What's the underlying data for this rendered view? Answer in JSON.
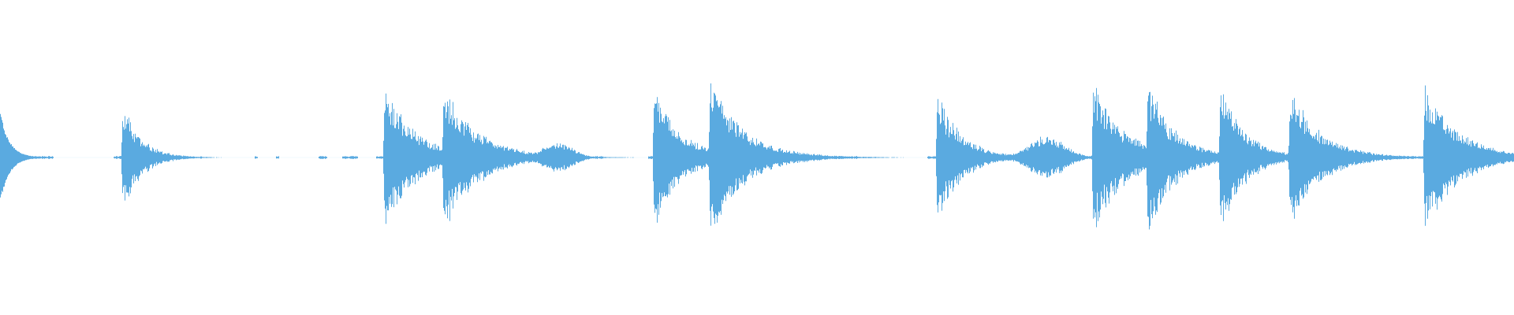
{
  "waveform": {
    "color": "#5aaae0",
    "background": "#ffffff",
    "bursts": [
      {
        "t": 0.0,
        "amp": 0.29,
        "decay": 0.006,
        "kind": "attack-left"
      },
      {
        "t": 0.081,
        "amp": 0.37,
        "decay": 0.012,
        "kind": "spike"
      },
      {
        "t": 0.254,
        "amp": 0.48,
        "decay": 0.02,
        "kind": "spike"
      },
      {
        "t": 0.293,
        "amp": 0.5,
        "decay": 0.022,
        "kind": "spike"
      },
      {
        "t": 0.368,
        "amp": 0.1,
        "decay": 0.01,
        "kind": "blob"
      },
      {
        "t": 0.432,
        "amp": 0.47,
        "decay": 0.018,
        "kind": "spike"
      },
      {
        "t": 0.469,
        "amp": 0.52,
        "decay": 0.022,
        "kind": "spike"
      },
      {
        "t": 0.532,
        "amp": 0.03,
        "decay": 0.004,
        "kind": "blob"
      },
      {
        "t": 0.619,
        "amp": 0.43,
        "decay": 0.016,
        "kind": "spike"
      },
      {
        "t": 0.691,
        "amp": 0.14,
        "decay": 0.012,
        "kind": "blob"
      },
      {
        "t": 0.722,
        "amp": 0.52,
        "decay": 0.02,
        "kind": "spike"
      },
      {
        "t": 0.74,
        "amp": 0.05,
        "decay": 0.01,
        "kind": "blob"
      },
      {
        "t": 0.758,
        "amp": 0.51,
        "decay": 0.018,
        "kind": "spike"
      },
      {
        "t": 0.806,
        "amp": 0.5,
        "decay": 0.016,
        "kind": "spike"
      },
      {
        "t": 0.852,
        "amp": 0.47,
        "decay": 0.02,
        "kind": "spike"
      },
      {
        "t": 0.941,
        "amp": 0.5,
        "decay": 0.022,
        "kind": "spike"
      }
    ],
    "noise_segments": [
      [
        0.0,
        0.035
      ],
      [
        0.075,
        0.1
      ],
      [
        0.132,
        0.133
      ],
      [
        0.168,
        0.17
      ],
      [
        0.182,
        0.184
      ],
      [
        0.21,
        0.216
      ],
      [
        0.226,
        0.236
      ],
      [
        0.248,
        0.345
      ],
      [
        0.358,
        0.398
      ],
      [
        0.428,
        0.515
      ],
      [
        0.52,
        0.552
      ],
      [
        0.562,
        0.566
      ],
      [
        0.612,
        0.668
      ],
      [
        0.678,
        1.0
      ]
    ]
  }
}
